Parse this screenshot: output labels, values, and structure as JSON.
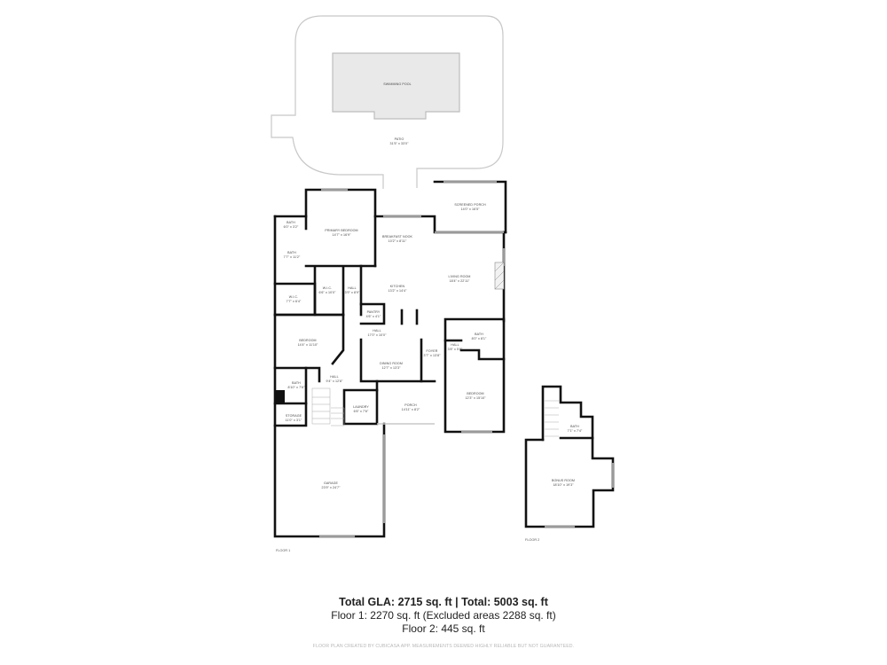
{
  "rooms": {
    "swimming_pool": {
      "name": "Swimming Pool",
      "dims": ""
    },
    "patio": {
      "name": "Patio",
      "dims": "31'5\" x 33'0\""
    },
    "screened_porch": {
      "name": "Screened Porch",
      "dims": "14'0\" x 16'5\""
    },
    "bath_small": {
      "name": "Bath",
      "dims": "6'0\" x 3'2\""
    },
    "primary_bedroom": {
      "name": "Primary Bedroom",
      "dims": "14'7\" x 16'9\""
    },
    "breakfast_nook": {
      "name": "Breakfast Nook",
      "dims": "10'2\" x 8'11\""
    },
    "bath_primary": {
      "name": "Bath",
      "dims": "7'7\" x 11'2\""
    },
    "wic_1": {
      "name": "W.I.C.",
      "dims": "7'7\" x 6'4\""
    },
    "wic_2": {
      "name": "W.I.C.",
      "dims": "6'6\" x 10'0\""
    },
    "hall_1": {
      "name": "Hall",
      "dims": "3'9\" x 8'9\""
    },
    "kitchen": {
      "name": "Kitchen",
      "dims": "13'2\" x 14'4\""
    },
    "living_room": {
      "name": "Living Room",
      "dims": "18'4\" x 22'11\""
    },
    "pantry": {
      "name": "Pantry",
      "dims": "4'6\" x 4'1\""
    },
    "hall_2": {
      "name": "Hall",
      "dims": "17'0\" x 10'0\""
    },
    "bedroom_1": {
      "name": "Bedroom",
      "dims": "14'4\" x 11'10\""
    },
    "bath_2": {
      "name": "Bath",
      "dims": "8'0\" x 8'1\""
    },
    "hall_3": {
      "name": "Hall",
      "dims": "3'8\" x 5'8\""
    },
    "dining_room": {
      "name": "Dining Room",
      "dims": "12'7\" x 13'3\""
    },
    "foyer": {
      "name": "Foyer",
      "dims": "3'7\" x 13'8\""
    },
    "bath_3": {
      "name": "Bath",
      "dims": "8'10\" x 7'6\""
    },
    "hall_4": {
      "name": "Hall",
      "dims": "9'4\" x 12'8\""
    },
    "laundry": {
      "name": "Laundry",
      "dims": "6'6\" x 7'6\""
    },
    "porch": {
      "name": "Porch",
      "dims": "14'11\" x 8'2\""
    },
    "bedroom_2": {
      "name": "Bedroom",
      "dims": "12'3\" x 15'10\""
    },
    "storage": {
      "name": "Storage",
      "dims": "11'0\" x 3'1\""
    },
    "garage": {
      "name": "Garage",
      "dims": "23'9\" x 24'7\""
    },
    "bath_floor2": {
      "name": "Bath",
      "dims": "7'1\" x 7'4\""
    },
    "bonus_room": {
      "name": "Bonus Room",
      "dims": "18'10\" x 19'3\""
    }
  },
  "floor_labels": {
    "floor1": "Floor 1",
    "floor2": "Floor 2"
  },
  "summary": {
    "line1": "Total GLA: 2715 sq. ft | Total: 5003 sq. ft",
    "line2": "Floor 1: 2270 sq. ft (Excluded areas 2288 sq. ft)",
    "line3": "Floor 2: 445 sq. ft"
  },
  "disclaimer": "Floor plan created by CubiCasa app. Measurements deemed highly reliable but not guaranteed.",
  "colors": {
    "wall": "#111111",
    "outline": "#c8c8c8",
    "pool_fill": "#e9e9e9",
    "text": "#222222"
  }
}
